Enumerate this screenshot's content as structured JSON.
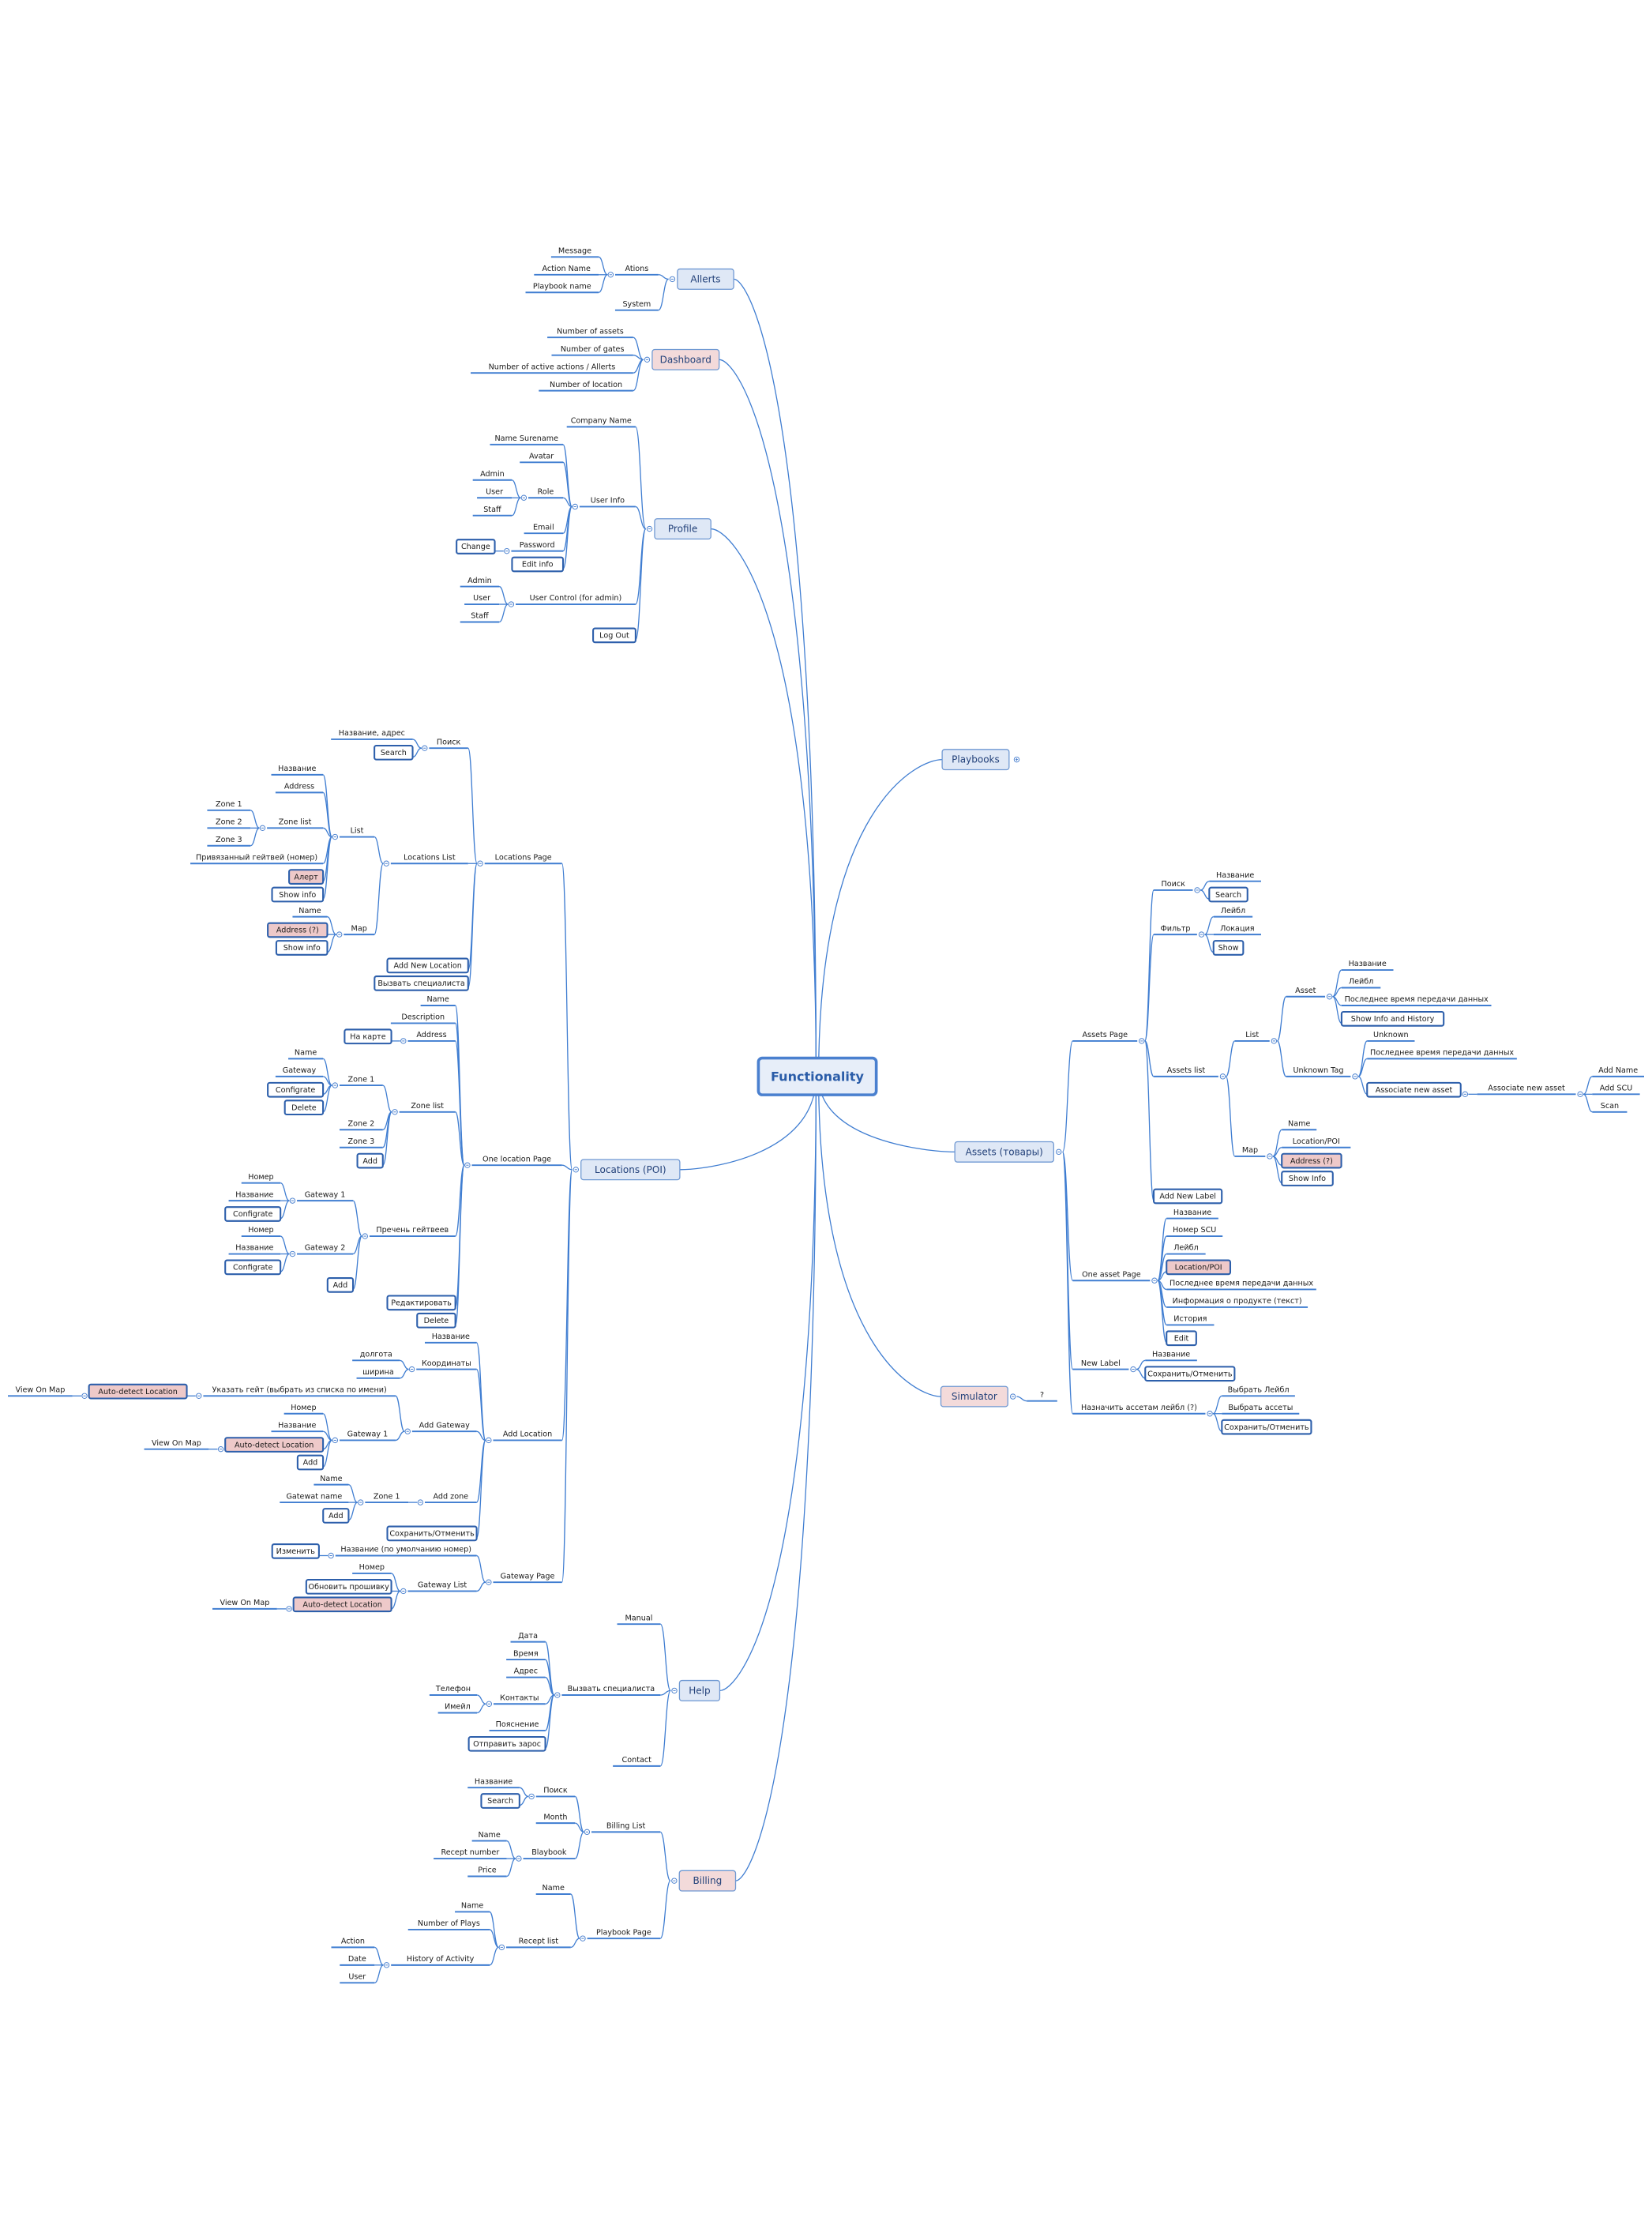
{
  "title": "Functionality",
  "colors": {
    "line": "#3f7dd1",
    "main_fill": "#dfe8f6",
    "pink_fill": "#f3dada",
    "highlight_fill": "#eec9c9",
    "button_stroke": "#2d5fab",
    "root_text": "#2a5ca8"
  },
  "tree": {
    "text": "Functionality",
    "children": [
      {
        "text": "Allerts",
        "side": "L",
        "children": [
          {
            "text": "Ations",
            "children": [
              {
                "text": "Message"
              },
              {
                "text": "Action Name"
              },
              {
                "text": "Playbook name"
              }
            ]
          },
          {
            "text": "System"
          }
        ]
      },
      {
        "text": "Dashboard",
        "side": "L",
        "pink": true,
        "children": [
          {
            "text": "Number of assets"
          },
          {
            "text": "Number of gates"
          },
          {
            "text": "Number of active actions / Allerts"
          },
          {
            "text": "Number of location"
          }
        ]
      },
      {
        "text": "Profile",
        "side": "L",
        "children": [
          {
            "text": "Company Name"
          },
          {
            "text": "User Info",
            "children": [
              {
                "text": "Name Surename"
              },
              {
                "text": "Avatar"
              },
              {
                "text": "Role",
                "children": [
                  {
                    "text": "Admin"
                  },
                  {
                    "text": "User"
                  },
                  {
                    "text": "Staff"
                  }
                ]
              },
              {
                "text": "Email"
              },
              {
                "text": "Password",
                "children": [
                  {
                    "text": "Change",
                    "btn": true
                  }
                ]
              },
              {
                "text": "Edit info",
                "btn": true
              }
            ]
          },
          {
            "text": "User Control (for admin)",
            "children": [
              {
                "text": "Admin"
              },
              {
                "text": "User"
              },
              {
                "text": "Staff"
              }
            ]
          },
          {
            "text": "Log Out",
            "btn": true
          }
        ]
      },
      {
        "text": "Locations (POI)",
        "side": "L",
        "children": [
          {
            "text": "Locations Page",
            "children": [
              {
                "text": "Поиск",
                "children": [
                  {
                    "text": "Название, адрес"
                  },
                  {
                    "text": "Search",
                    "btn": true
                  }
                ]
              },
              {
                "text": "Locations List",
                "children": [
                  {
                    "text": "List",
                    "children": [
                      {
                        "text": "Название"
                      },
                      {
                        "text": "Address"
                      },
                      {
                        "text": "Zone list",
                        "children": [
                          {
                            "text": "Zone 1"
                          },
                          {
                            "text": "Zone 2"
                          },
                          {
                            "text": "Zone 3"
                          }
                        ]
                      },
                      {
                        "text": "Привязанный гейтвей (номер)"
                      },
                      {
                        "text": "Алерт",
                        "btn": true,
                        "pink": true
                      },
                      {
                        "text": "Show info",
                        "btn": true
                      }
                    ]
                  },
                  {
                    "text": "Map",
                    "children": [
                      {
                        "text": "Name"
                      },
                      {
                        "text": "Address (?)",
                        "btn": true,
                        "pink": true
                      },
                      {
                        "text": "Show info",
                        "btn": true
                      }
                    ]
                  }
                ]
              },
              {
                "text": "Add New Location",
                "btn": true
              },
              {
                "text": "Вызвать специалиста",
                "btn": true
              }
            ]
          },
          {
            "text": "One location Page",
            "children": [
              {
                "text": "Name"
              },
              {
                "text": "Description"
              },
              {
                "text": "Address",
                "children": [
                  {
                    "text": "На карте",
                    "btn": true
                  }
                ]
              },
              {
                "text": "Zone list",
                "children": [
                  {
                    "text": "Zone 1",
                    "children": [
                      {
                        "text": "Name"
                      },
                      {
                        "text": "Gateway"
                      },
                      {
                        "text": "Configrate",
                        "btn": true
                      },
                      {
                        "text": "Delete",
                        "btn": true
                      }
                    ]
                  },
                  {
                    "text": "Zone 2"
                  },
                  {
                    "text": "Zone 3"
                  },
                  {
                    "text": "Add",
                    "btn": true
                  }
                ]
              },
              {
                "text": "Пречень гейтвеев",
                "children": [
                  {
                    "text": "Gateway 1",
                    "children": [
                      {
                        "text": "Номер"
                      },
                      {
                        "text": "Название"
                      },
                      {
                        "text": "Configrate",
                        "btn": true
                      }
                    ]
                  },
                  {
                    "text": "Gateway 2",
                    "children": [
                      {
                        "text": "Номер"
                      },
                      {
                        "text": "Название"
                      },
                      {
                        "text": "Configrate",
                        "btn": true
                      }
                    ]
                  },
                  {
                    "text": "Add",
                    "btn": true
                  }
                ]
              },
              {
                "text": "Редактировать",
                "btn": true
              },
              {
                "text": "Delete",
                "btn": true
              }
            ]
          },
          {
            "text": "Add Location",
            "children": [
              {
                "text": "Название"
              },
              {
                "text": "Координаты",
                "children": [
                  {
                    "text": "долгота"
                  },
                  {
                    "text": "ширина"
                  }
                ]
              },
              {
                "text": "Add Gateway",
                "children": [
                  {
                    "text": "Указать гейт (выбрать из списка по имени)",
                    "children": [
                      {
                        "text": "Auto-detect Location",
                        "btn": true,
                        "pink": true,
                        "children": [
                          {
                            "text": "View On Map"
                          }
                        ]
                      }
                    ]
                  },
                  {
                    "text": "Gateway 1",
                    "children": [
                      {
                        "text": "Номер"
                      },
                      {
                        "text": "Название"
                      },
                      {
                        "text": "Auto-detect Location",
                        "btn": true,
                        "pink": true,
                        "children": [
                          {
                            "text": "View On Map"
                          }
                        ]
                      },
                      {
                        "text": "Add",
                        "btn": true
                      }
                    ]
                  }
                ]
              },
              {
                "text": "Add zone",
                "children": [
                  {
                    "text": "Zone 1",
                    "children": [
                      {
                        "text": "Name"
                      },
                      {
                        "text": "Gatewat name"
                      },
                      {
                        "text": "Add",
                        "btn": true
                      }
                    ]
                  }
                ]
              },
              {
                "text": "Сохранить/Отменить",
                "btn": true
              }
            ]
          },
          {
            "text": "Gateway Page",
            "children": [
              {
                "text": "Название (по умолчанию номер)",
                "children": [
                  {
                    "text": "Изменить",
                    "btn": true
                  }
                ]
              },
              {
                "text": "Gateway List",
                "children": [
                  {
                    "text": "Номер"
                  },
                  {
                    "text": "Обновить прошивку",
                    "btn": true
                  },
                  {
                    "text": "Auto-detect Location",
                    "btn": true,
                    "pink": true,
                    "children": [
                      {
                        "text": "View On Map"
                      }
                    ]
                  }
                ]
              }
            ]
          }
        ]
      },
      {
        "text": "Help",
        "side": "L",
        "children": [
          {
            "text": "Manual"
          },
          {
            "text": "Вызвать специалиста",
            "children": [
              {
                "text": "Дата"
              },
              {
                "text": "Время"
              },
              {
                "text": "Адрес"
              },
              {
                "text": "Контакты",
                "children": [
                  {
                    "text": "Телефон"
                  },
                  {
                    "text": "Имейл"
                  }
                ]
              },
              {
                "text": "Пояснение"
              },
              {
                "text": "Отправить зарос",
                "btn": true
              }
            ]
          },
          {
            "text": "Contact"
          }
        ]
      },
      {
        "text": "Billing",
        "side": "L",
        "pink": true,
        "children": [
          {
            "text": "Billing List",
            "children": [
              {
                "text": "Поиск",
                "children": [
                  {
                    "text": "Название"
                  },
                  {
                    "text": "Search",
                    "btn": true
                  }
                ]
              },
              {
                "text": "Month"
              },
              {
                "text": "Blaybook",
                "children": [
                  {
                    "text": "Name"
                  },
                  {
                    "text": "Recept number"
                  },
                  {
                    "text": "Price"
                  }
                ]
              }
            ]
          },
          {
            "text": "Playbook Page",
            "children": [
              {
                "text": "Name"
              },
              {
                "text": "Recept list",
                "children": [
                  {
                    "text": "Name"
                  },
                  {
                    "text": "Number of Plays"
                  },
                  {
                    "text": "History of Activity",
                    "children": [
                      {
                        "text": "Action"
                      },
                      {
                        "text": "Date"
                      },
                      {
                        "text": "User"
                      }
                    ]
                  }
                ]
              }
            ]
          }
        ]
      },
      {
        "text": "Playbooks",
        "side": "R",
        "collapsed": true,
        "children": []
      },
      {
        "text": "Assets (товары)",
        "side": "R",
        "children": [
          {
            "text": "Assets Page",
            "children": [
              {
                "text": "Поиск",
                "children": [
                  {
                    "text": "Название"
                  },
                  {
                    "text": "Search",
                    "btn": true
                  }
                ]
              },
              {
                "text": "Фильтр",
                "children": [
                  {
                    "text": "Лейбл"
                  },
                  {
                    "text": "Локация"
                  },
                  {
                    "text": "Show",
                    "btn": true
                  }
                ]
              },
              {
                "text": "Assets list",
                "children": [
                  {
                    "text": "List",
                    "children": [
                      {
                        "text": "Asset",
                        "children": [
                          {
                            "text": "Название"
                          },
                          {
                            "text": "Лейбл"
                          },
                          {
                            "text": "Последнее время передачи данных"
                          },
                          {
                            "text": "Show Info and History",
                            "btn": true
                          }
                        ]
                      },
                      {
                        "text": "Unknown Tag",
                        "children": [
                          {
                            "text": "Unknown"
                          },
                          {
                            "text": "Последнее время передачи данных"
                          },
                          {
                            "text": "Associate new asset",
                            "btn": true,
                            "children": [
                              {
                                "text": "Associate new asset",
                                "children": [
                                  {
                                    "text": "Add Name"
                                  },
                                  {
                                    "text": "Add SCU"
                                  },
                                  {
                                    "text": "Scan"
                                  }
                                ]
                              }
                            ]
                          }
                        ]
                      }
                    ]
                  },
                  {
                    "text": "Map",
                    "children": [
                      {
                        "text": "Name"
                      },
                      {
                        "text": "Location/POI"
                      },
                      {
                        "text": "Address (?)",
                        "btn": true,
                        "pink": true
                      },
                      {
                        "text": "Show Info",
                        "btn": true
                      }
                    ]
                  }
                ]
              },
              {
                "text": "Add New Label",
                "btn": true
              }
            ]
          },
          {
            "text": "One asset Page",
            "children": [
              {
                "text": "Название"
              },
              {
                "text": "Номер SCU"
              },
              {
                "text": "Лейбл"
              },
              {
                "text": "Location/POI",
                "btn": true,
                "pink": true
              },
              {
                "text": "Последнее время передачи данных"
              },
              {
                "text": "Информация о продукте (текст)"
              },
              {
                "text": "История"
              },
              {
                "text": "Edit",
                "btn": true
              }
            ]
          },
          {
            "text": "New Label",
            "children": [
              {
                "text": "Название"
              },
              {
                "text": "Сохранить/Отменить",
                "btn": true
              }
            ]
          },
          {
            "text": "Назначить ассетам лейбл (?)",
            "children": [
              {
                "text": "Выбрать Лейбл"
              },
              {
                "text": "Выбрать ассеты"
              },
              {
                "text": "Сохранить/Отменить",
                "btn": true
              }
            ]
          }
        ]
      },
      {
        "text": "Simulator",
        "side": "R",
        "pink": true,
        "children": [
          {
            "text": "?"
          }
        ]
      }
    ]
  }
}
